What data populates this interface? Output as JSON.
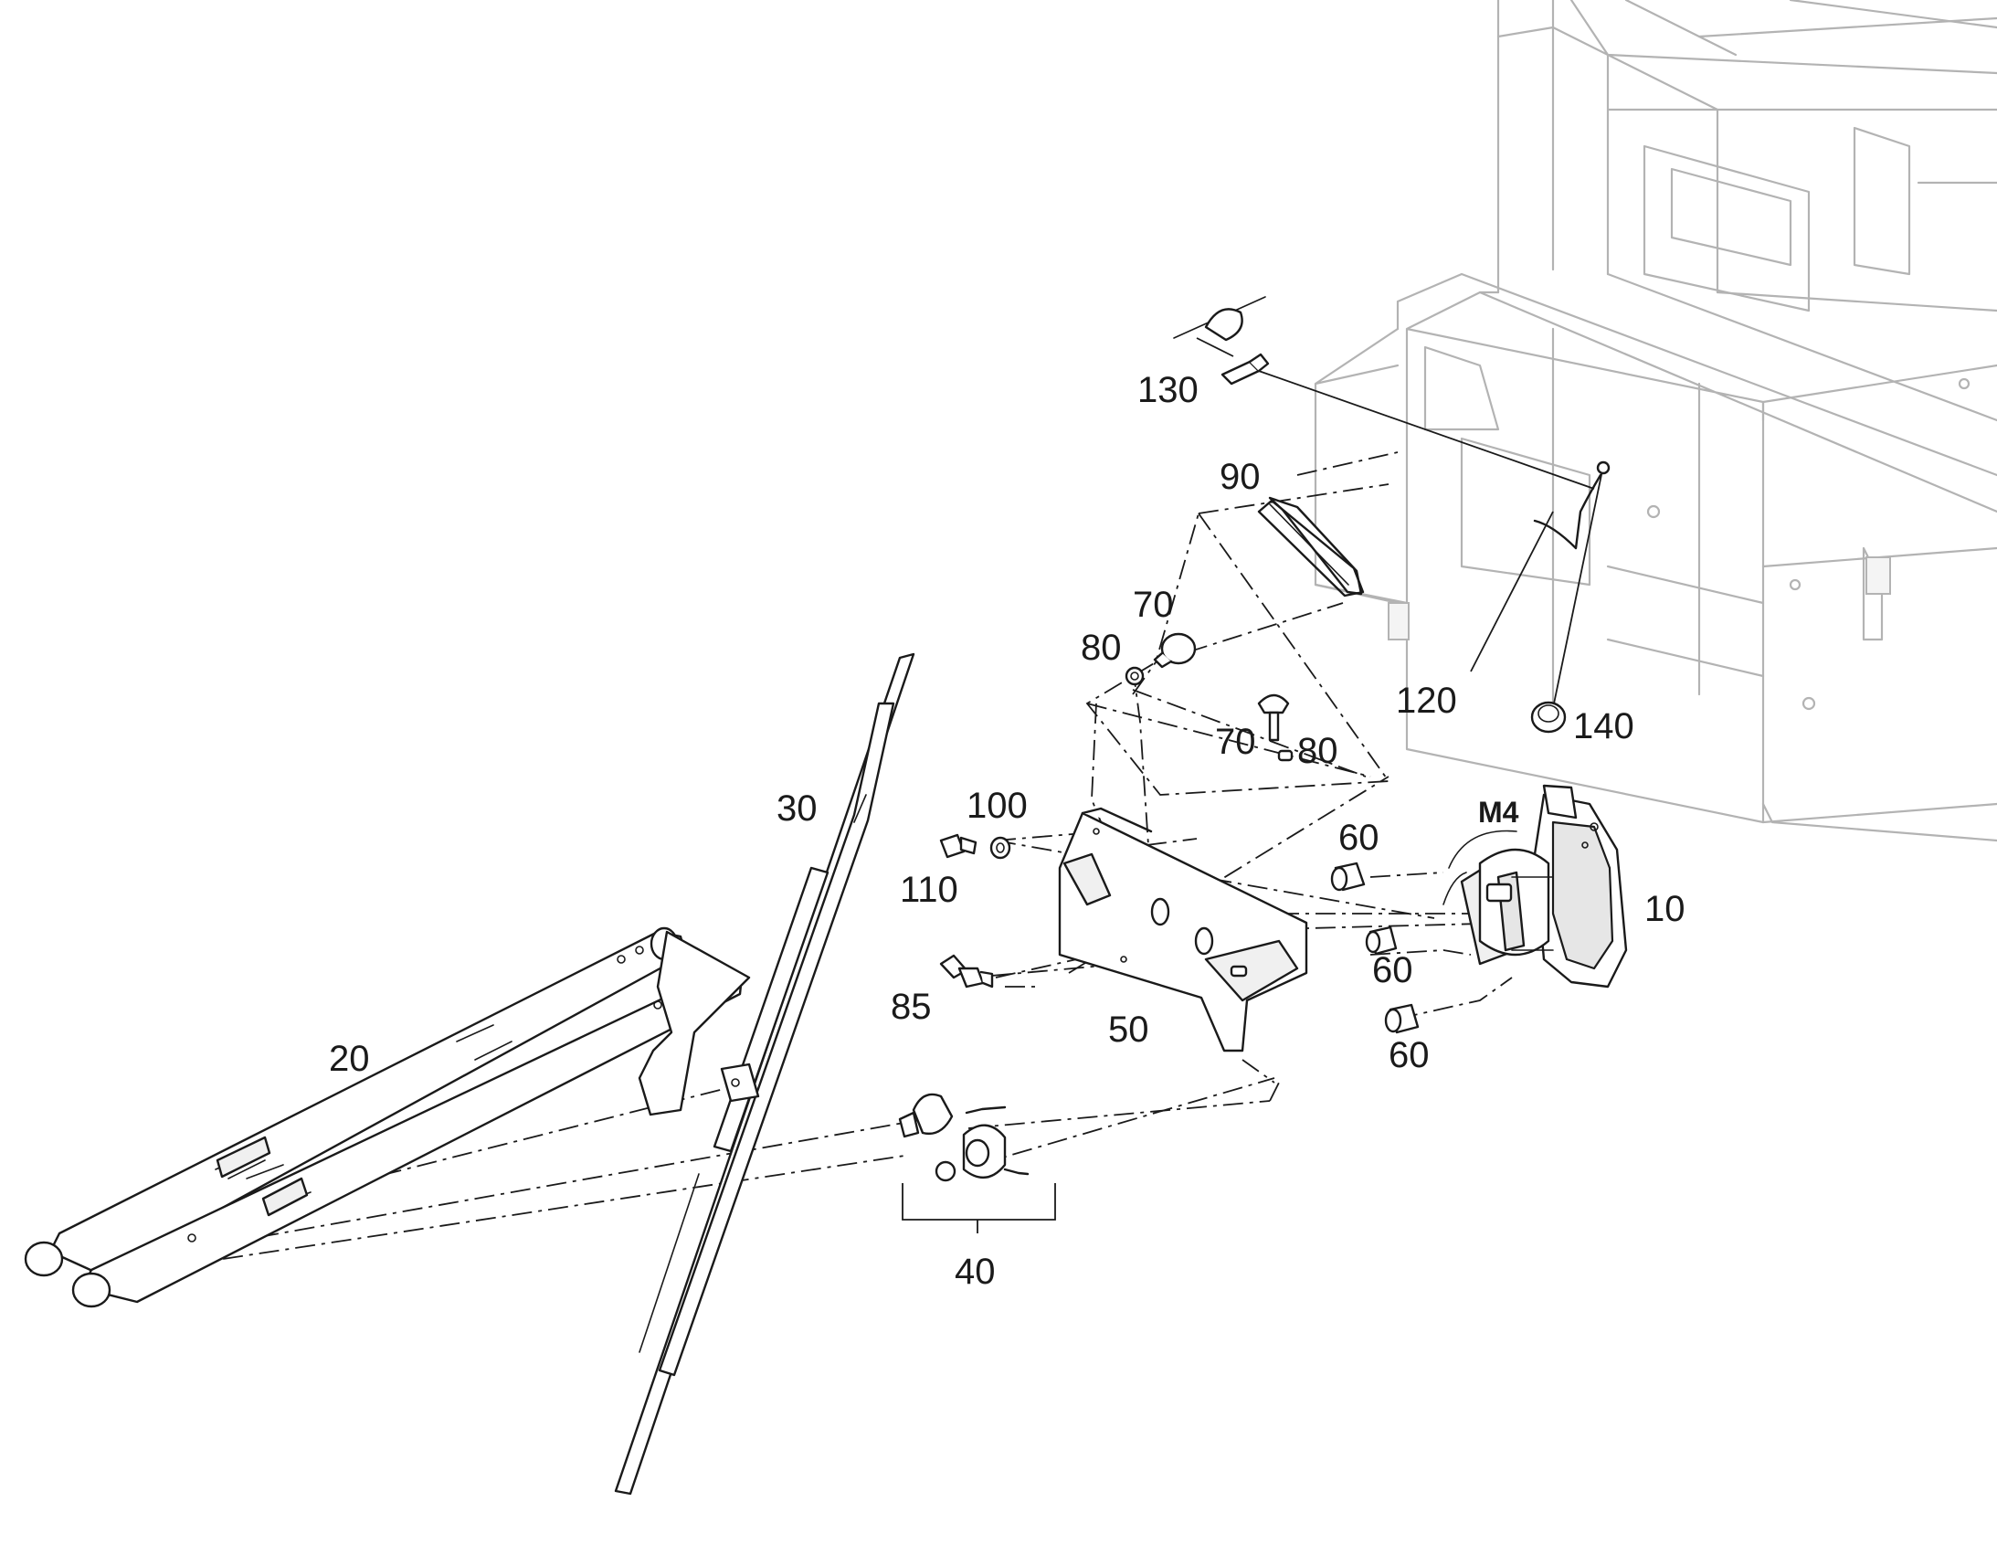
{
  "diagram": {
    "callouts": {
      "c130": "130",
      "c90": "90",
      "c70a": "70",
      "c80a": "80",
      "c70b": "70",
      "c80b": "80",
      "c120": "120",
      "c140": "140",
      "c100": "100",
      "c110": "110",
      "c30": "30",
      "cM4": "M4",
      "c60a": "60",
      "c60b": "60",
      "c60c": "60",
      "c10": "10",
      "c85": "85",
      "c50": "50",
      "c20": "20",
      "c40": "40"
    },
    "colors": {
      "line": "#1a1a1a",
      "machine_frame": "#b3b3b3",
      "background": "#ffffff"
    }
  }
}
